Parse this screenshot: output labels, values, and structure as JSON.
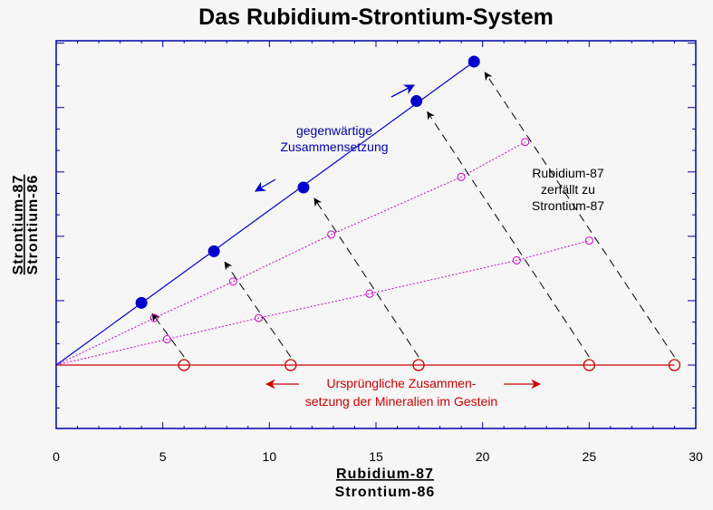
{
  "chart_data": {
    "type": "scatter",
    "title": "Das Rubidium-Strontium-System",
    "xlabel": {
      "numerator": "Rubidium-87",
      "denominator": "Strontium-86"
    },
    "ylabel": {
      "numerator": "Strontium-87",
      "denominator": "Strontium-86"
    },
    "xlim": [
      0,
      30
    ],
    "x_ticks": [
      0,
      5,
      10,
      15,
      20,
      25,
      30
    ],
    "y_tick_labels_shown": false,
    "grid": false,
    "legend": "none",
    "series": [
      {
        "kind": "initial",
        "color": "#cc0000",
        "points": [
          {
            "x": 6,
            "y": 0
          },
          {
            "x": 11,
            "y": 0
          },
          {
            "x": 17,
            "y": 0
          },
          {
            "x": 25,
            "y": 0
          },
          {
            "x": 29,
            "y": 0
          }
        ]
      },
      {
        "kind": "intermediate-1",
        "color": "#cc00cc",
        "points": [
          {
            "x": 5.2,
            "y": 0.085
          },
          {
            "x": 9.5,
            "y": 0.155
          },
          {
            "x": 14.7,
            "y": 0.235
          },
          {
            "x": 21.6,
            "y": 0.345
          },
          {
            "x": 25,
            "y": 0.41
          }
        ]
      },
      {
        "kind": "intermediate-2",
        "color": "#cc00cc",
        "points": [
          {
            "x": 4.6,
            "y": 0.155
          },
          {
            "x": 8.3,
            "y": 0.275
          },
          {
            "x": 12.9,
            "y": 0.43
          },
          {
            "x": 19,
            "y": 0.62
          },
          {
            "x": 22,
            "y": 0.735
          }
        ]
      },
      {
        "kind": "present",
        "color": "#0000cc",
        "points": [
          {
            "x": 4,
            "y": 0.205
          },
          {
            "x": 7.4,
            "y": 0.375
          },
          {
            "x": 11.6,
            "y": 0.585
          },
          {
            "x": 16.9,
            "y": 0.87
          },
          {
            "x": 19.6,
            "y": 1.0
          }
        ]
      }
    ],
    "annotations": {
      "present": "gegenwärtige\nZusammensetzung",
      "decay": "Rubidium-87\nzerfällt zu\nStrontium-87",
      "initial": "Ursprüngliche Zusammen-\nsetzung der Mineralien im Gestein"
    },
    "colors": {
      "background": "#f6f6f6",
      "frame": "#0000aa",
      "present": "#0000cc",
      "initial": "#cc0000",
      "intermediate": "#cc00cc",
      "decay_arrow": "#000000"
    }
  }
}
